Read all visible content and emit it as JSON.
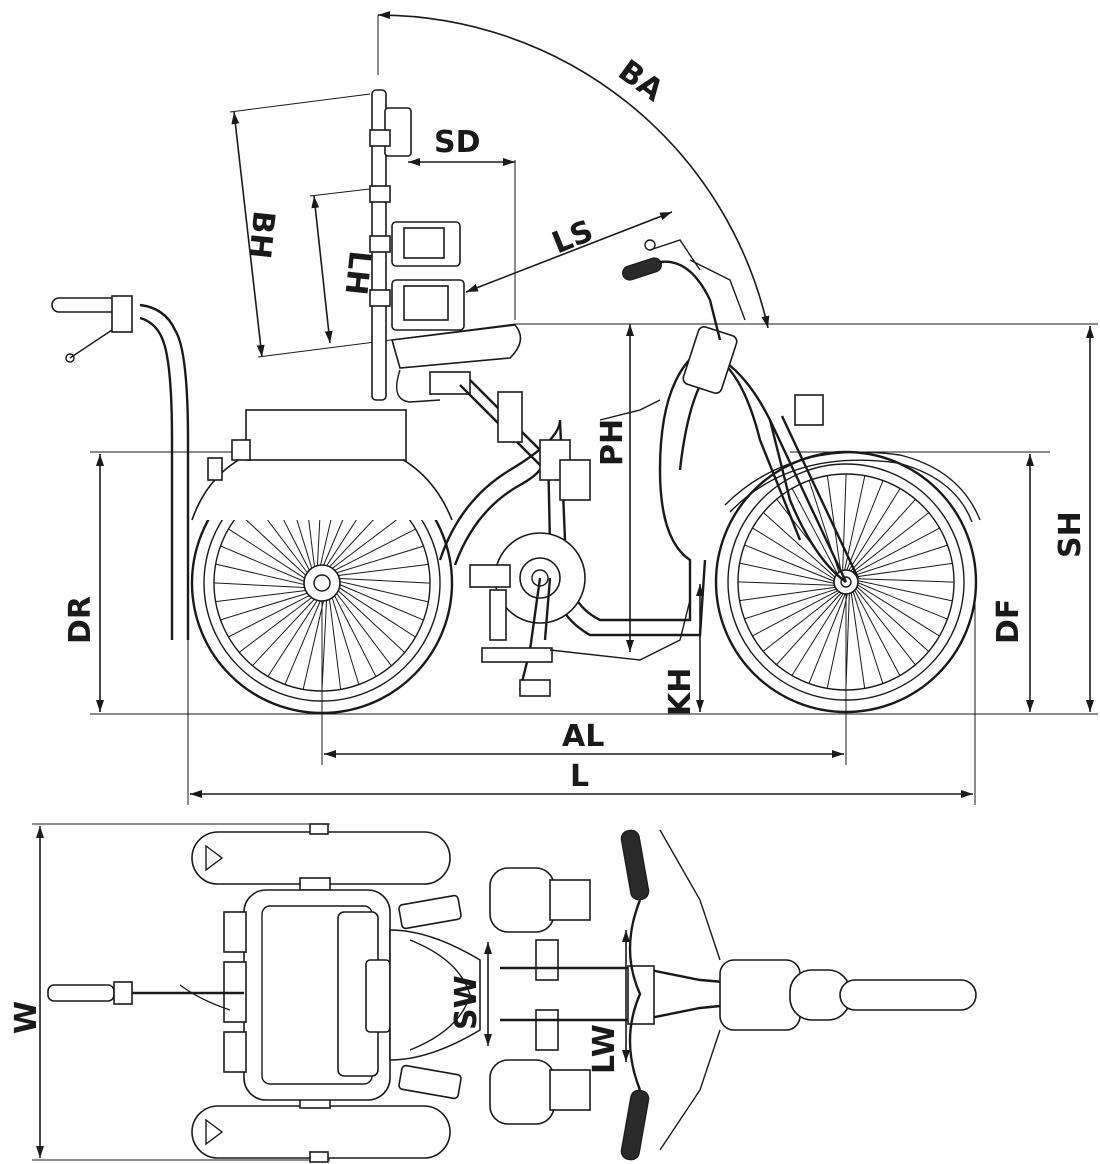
{
  "labels": {
    "ba": "BA",
    "sd": "SD",
    "bh": "BH",
    "lh": "LH",
    "ls": "LS",
    "ph": "PH",
    "sh": "SH",
    "dr": "DR",
    "df": "DF",
    "kh": "KH",
    "al": "AL",
    "l": "L",
    "w": "W",
    "sw": "SW",
    "lw": "LW"
  }
}
